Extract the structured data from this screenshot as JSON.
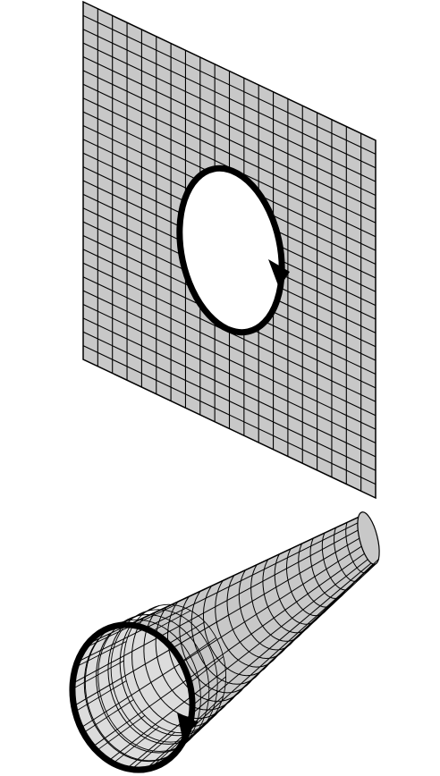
{
  "figure": {
    "panels": [
      {
        "id": "plane-with-hole",
        "description_kind": "flat grid sheet with circular hole and oriented boundary loop",
        "grid_columns": 20,
        "grid_rows": 26,
        "loop_direction": "clockwise"
      },
      {
        "id": "tube",
        "description_kind": "cylindrical grid tube with oriented boundary loop at open end",
        "ring_count": 24,
        "segment_count": 20,
        "loop_direction": "clockwise"
      }
    ],
    "colors": {
      "surface_fill": "#c8c8c8",
      "grid_line": "#000000",
      "loop": "#000000",
      "background": "#ffffff"
    }
  }
}
